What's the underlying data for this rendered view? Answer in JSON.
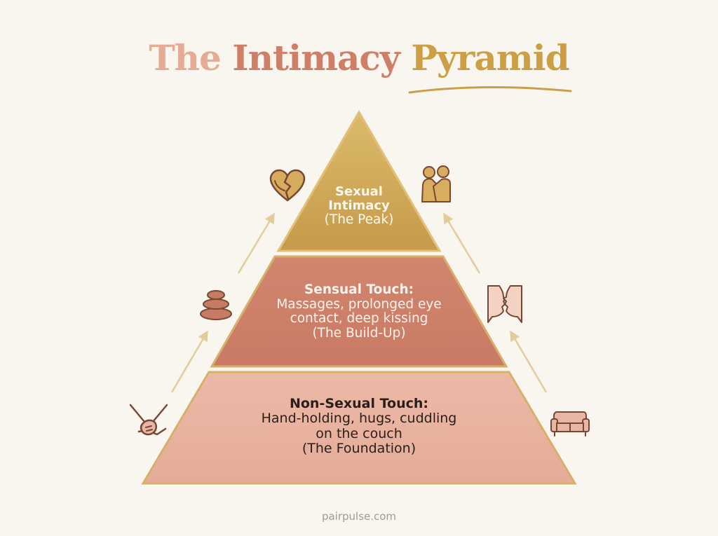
{
  "title": {
    "word1": "The",
    "word2": "Intimacy",
    "word3": "Pyramid"
  },
  "tiers": {
    "peak": {
      "heading": "Sexual",
      "line2": "Intimacy",
      "caption": "(The Peak)"
    },
    "build_up": {
      "heading": "Sensual Touch:",
      "line1": "Massages, prolonged eye",
      "line2": "contact, deep kissing",
      "caption": "(The Build-Up)"
    },
    "foundation": {
      "heading": "Non-Sexual Touch:",
      "line1": "Hand-holding, hugs, cuddling",
      "line2": "on the couch",
      "caption": "(The Foundation)"
    }
  },
  "colors": {
    "peak": "#c99f4c",
    "build_up": "#cd7f69",
    "foundation": "#e8b3a0",
    "border_gold": "#d6b06a",
    "icon_brown": "#7a4634",
    "arrow": "#e3cc9c"
  },
  "icons": {
    "left": [
      "broken-heart-icon",
      "stacked-stones-icon",
      "holding-hands-icon"
    ],
    "right": [
      "embracing-couple-icon",
      "faces-kissing-icon",
      "couch-icon"
    ]
  },
  "footer": "pairpulse.com"
}
